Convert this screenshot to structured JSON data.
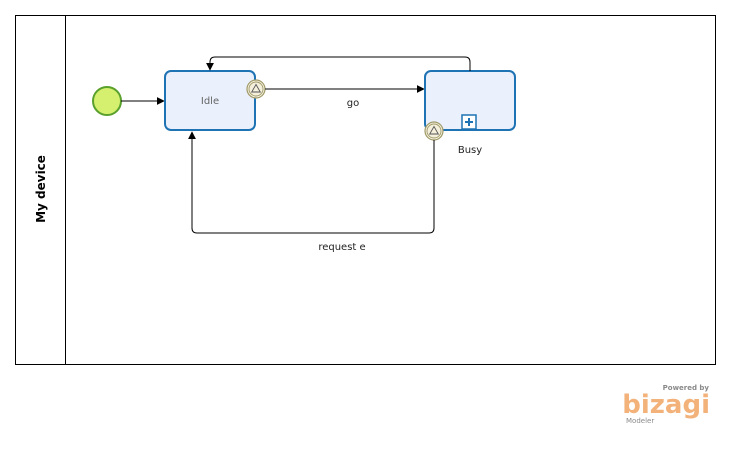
{
  "pool": {
    "label": "My device"
  },
  "tasks": {
    "idle": {
      "label": "Idle"
    },
    "busy": {
      "label": "Busy"
    }
  },
  "flows": {
    "go": {
      "label": "go"
    },
    "request": {
      "label": "request e"
    }
  },
  "icons": {
    "start_event": "start-event-icon",
    "boundary_event": "boundary-signal-event-icon",
    "subprocess_marker": "subprocess-plus-icon"
  },
  "colors": {
    "task_fill": "#eaf0fc",
    "task_stroke": "#1e73b4",
    "start_fill": "#d4f06e",
    "start_stroke": "#5aa02c",
    "boundary_fill": "#f4f0dc",
    "boundary_stroke": "#a09a6a"
  },
  "branding": {
    "powered": "Powered by",
    "name": "bizagi",
    "product": "Modeler"
  }
}
